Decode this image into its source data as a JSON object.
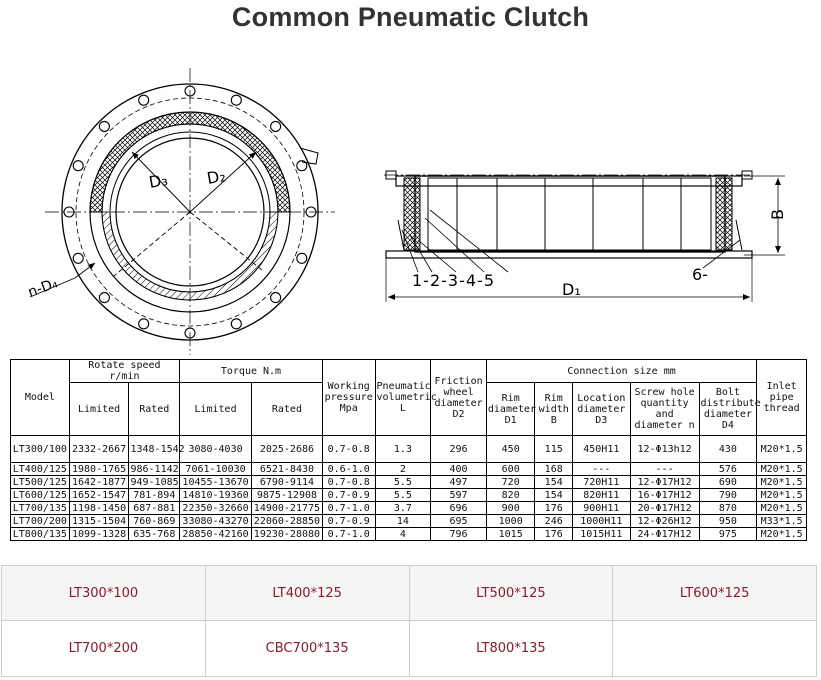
{
  "page": {
    "title": "Common Pneumatic Clutch"
  },
  "drawing": {
    "labels": {
      "d3": "D₃",
      "d2": "D₂",
      "nd4": "n-D₄",
      "d1": "D₁",
      "b": "B",
      "parts": "1-2-3-4-5",
      "part6": "6-"
    }
  },
  "spec_table": {
    "headers": {
      "model": "Model",
      "rotate_speed": "Rotate speed  r/min",
      "limited": "Limited",
      "rated": "Rated",
      "torque": "Torque N.m",
      "torque_limited": "Limited",
      "torque_rated": "Rated",
      "working_pressure": "Working pressure Mpa",
      "pneumatic_volumetric": "Pneumatic volumetric L",
      "friction_wheel": "Friction wheel diameter D2",
      "connection_size": "Connection size        mm",
      "rim_diameter": "Rim diameter D1",
      "rim_width": "Rim width B",
      "location_diameter": "Location diameter D3",
      "screw_hole": "Screw hole quantity and diameter n",
      "bolt_distribute": "Bolt distribute diameter D4",
      "inlet_pipe": "Inlet pipe thread"
    },
    "rows": [
      {
        "model": "LT300/100",
        "speed_limited": "2332-2667",
        "speed_rated": "1348-1542",
        "torque_limited": "3080-4030",
        "torque_rated": "2025-2686",
        "pressure": "0.7-0.8",
        "volume": "1.3",
        "d2": "296",
        "d1": "450",
        "b": "115",
        "d3": "450H11",
        "screw": "12-Φ13h12",
        "d4": "430",
        "thread": "M20*1.5"
      },
      {
        "model": "LT400/125",
        "speed_limited": "1980-1765",
        "speed_rated": "986-1142",
        "torque_limited": "7061-10030",
        "torque_rated": "6521-8430",
        "pressure": "0.6-1.0",
        "volume": "2",
        "d2": "400",
        "d1": "600",
        "b": "168",
        "d3": "---",
        "screw": "---",
        "d4": "576",
        "thread": "M20*1.5"
      },
      {
        "model": "LT500/125",
        "speed_limited": "1642-1877",
        "speed_rated": "949-1085",
        "torque_limited": "10455-13670",
        "torque_rated": "6790-9114",
        "pressure": "0.7-0.8",
        "volume": "5.5",
        "d2": "497",
        "d1": "720",
        "b": "154",
        "d3": "720H11",
        "screw": "12-Φ17H12",
        "d4": "690",
        "thread": "M20*1.5"
      },
      {
        "model": "LT600/125",
        "speed_limited": "1652-1547",
        "speed_rated": "781-894",
        "torque_limited": "14810-19360",
        "torque_rated": "9875-12908",
        "pressure": "0.7-0.9",
        "volume": "5.5",
        "d2": "597",
        "d1": "820",
        "b": "154",
        "d3": "820H11",
        "screw": "16-Φ17H12",
        "d4": "790",
        "thread": "M20*1.5"
      },
      {
        "model": "LT700/135",
        "speed_limited": "1198-1450",
        "speed_rated": "687-881",
        "torque_limited": "22350-32660",
        "torque_rated": "14900-21775",
        "pressure": "0.7-1.0",
        "volume": "3.7",
        "d2": "696",
        "d1": "900",
        "b": "176",
        "d3": "900H11",
        "screw": "20-Φ17H12",
        "d4": "870",
        "thread": "M20*1.5"
      },
      {
        "model": "LT700/200",
        "speed_limited": "1315-1504",
        "speed_rated": "760-869",
        "torque_limited": "33080-43270",
        "torque_rated": "22060-28850",
        "pressure": "0.7-0.9",
        "volume": "14",
        "d2": "695",
        "d1": "1000",
        "b": "246",
        "d3": "1000H11",
        "screw": "12-Φ26H12",
        "d4": "950",
        "thread": "M33*1.5"
      },
      {
        "model": "LT800/135",
        "speed_limited": "1099-1328",
        "speed_rated": "635-768",
        "torque_limited": "28850-42160",
        "torque_rated": "19230-28080",
        "pressure": "0.7-1.0",
        "volume": "4",
        "d2": "796",
        "d1": "1015",
        "b": "176",
        "d3": "1015H11",
        "screw": "24-Φ17H12",
        "d4": "975",
        "thread": "M20*1.5"
      }
    ]
  },
  "model_links": [
    [
      "LT300*100",
      "LT400*125",
      "LT500*125",
      "LT600*125"
    ],
    [
      "LT700*200",
      "CBC700*135",
      "LT800*135",
      ""
    ]
  ]
}
